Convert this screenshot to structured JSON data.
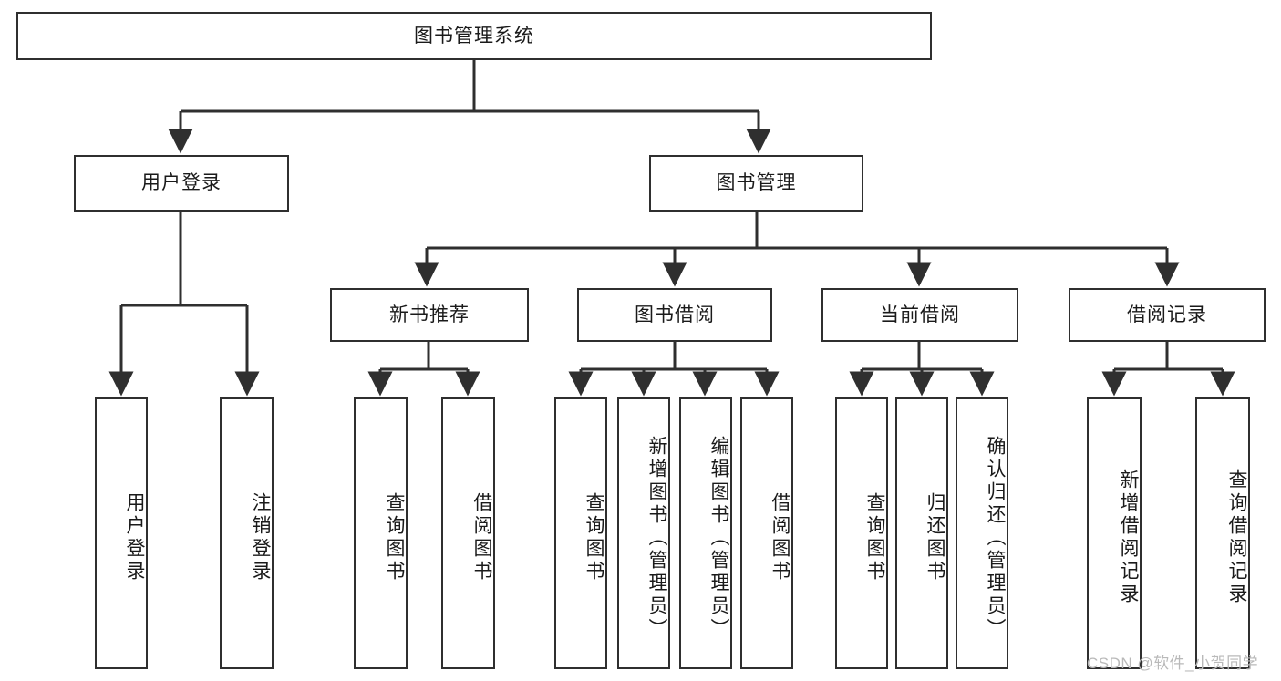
{
  "diagram": {
    "type": "tree-hierarchy",
    "title": "图书管理系统",
    "orientation": "top-down",
    "watermark": "CSDN @软件_小贺同学",
    "colors": {
      "box_border": "#2f2f2f",
      "box_fill": "#ffffff",
      "edge": "#2f2f2f",
      "text": "#1a1a1a",
      "watermark": "#b9b9b9",
      "background": "#ffffff"
    },
    "nodes": {
      "root": {
        "label": "图书管理系统"
      },
      "level2": [
        {
          "id": "user-login",
          "label": "用户登录"
        },
        {
          "id": "book-manage",
          "label": "图书管理"
        }
      ],
      "level3": [
        {
          "id": "new-book-recommend",
          "label": "新书推荐"
        },
        {
          "id": "book-borrow",
          "label": "图书借阅"
        },
        {
          "id": "current-borrow",
          "label": "当前借阅"
        },
        {
          "id": "borrow-record",
          "label": "借阅记录"
        }
      ],
      "leaves": {
        "user-login": [
          {
            "id": "leaf-user-login",
            "label": "用户登录"
          },
          {
            "id": "leaf-logout-login",
            "label": "注销登录"
          }
        ],
        "new-book-recommend": [
          {
            "id": "leaf-query-book-1",
            "label": "查询图书"
          },
          {
            "id": "leaf-borrow-book-1",
            "label": "借阅图书"
          }
        ],
        "book-borrow": [
          {
            "id": "leaf-query-book-2",
            "label": "查询图书"
          },
          {
            "id": "leaf-add-book",
            "label": "新增图书（管理员）"
          },
          {
            "id": "leaf-edit-book",
            "label": "编辑图书（管理员）"
          },
          {
            "id": "leaf-borrow-book-2",
            "label": "借阅图书"
          }
        ],
        "current-borrow": [
          {
            "id": "leaf-query-book-3",
            "label": "查询图书"
          },
          {
            "id": "leaf-return-book",
            "label": "归还图书"
          },
          {
            "id": "leaf-confirm-return",
            "label": "确认归还（管理员）"
          }
        ],
        "borrow-record": [
          {
            "id": "leaf-add-record",
            "label": "新增借阅记录"
          },
          {
            "id": "leaf-query-record",
            "label": "查询借阅记录"
          }
        ]
      }
    }
  }
}
